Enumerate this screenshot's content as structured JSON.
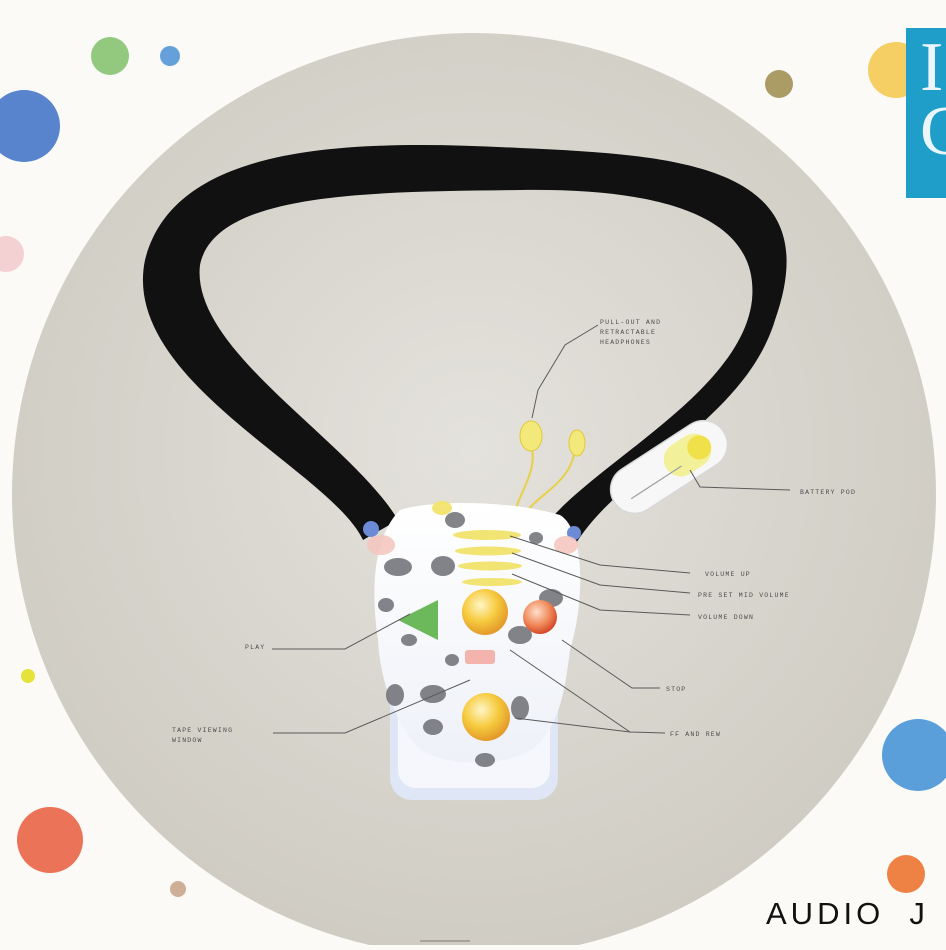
{
  "colors": {
    "background": "#fbfaf6",
    "disc": "#d9d7d0",
    "neck_band": "#111111",
    "header_block": "#1f9ec9",
    "accent_yellow": "#f4c63d",
    "accent_orange": "#f08a3c"
  },
  "header": {
    "partial_letters": "I\nC"
  },
  "callouts": {
    "headphones": "PULL-OUT AND\nRETRACTABLE\nHEADPHONES",
    "battery": "BATTERY POD",
    "volume_up": "VOLUME UP",
    "preset_volume": "PRE SET MID VOLUME",
    "volume_down": "VOLUME DOWN",
    "play": "PLAY",
    "stop": "STOP",
    "tape_window": "TAPE VIEWING\nWINDOW",
    "ff_rew": "FF AND REW"
  },
  "footer": {
    "caption": "AUDIO  J"
  }
}
